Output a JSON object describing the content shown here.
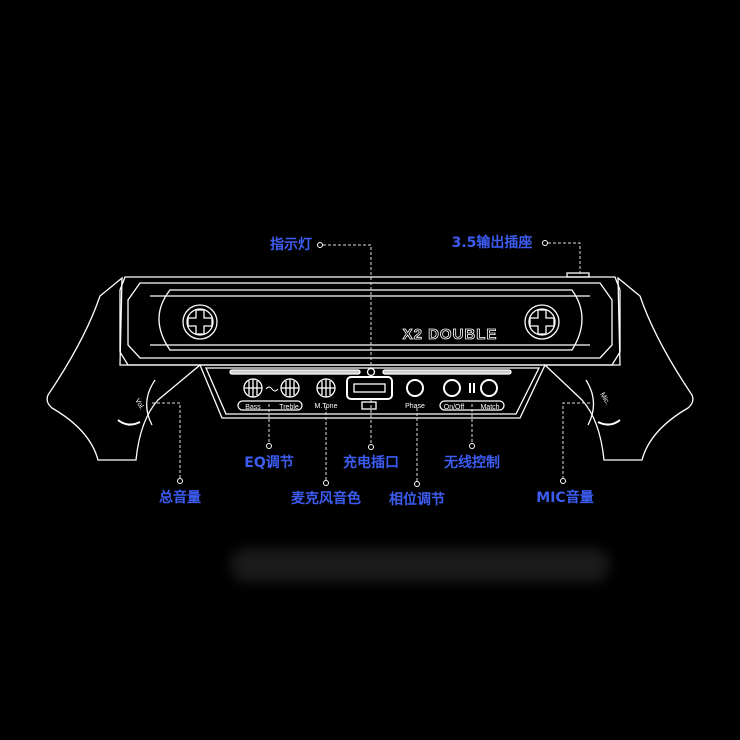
{
  "product": {
    "logo": "X2 DOUBLE"
  },
  "panel_labels": {
    "bass": "Bass",
    "treble": "Treble",
    "mtone": "M.Tone",
    "phase": "Phase",
    "onoff": "On/Off",
    "match": "Match",
    "vol": "Vol.",
    "mic": "Mic."
  },
  "callouts": {
    "indicator": "指示灯",
    "output35": "3.5输出插座",
    "eq": "EQ调节",
    "charge": "充电插口",
    "wireless": "无线控制",
    "master_volume": "总音量",
    "mic_tone": "麦克风音色",
    "phase": "相位调节",
    "mic_volume": "MIC音量"
  },
  "colors": {
    "accent": "#3d5cf2",
    "line": "#ffffff"
  }
}
